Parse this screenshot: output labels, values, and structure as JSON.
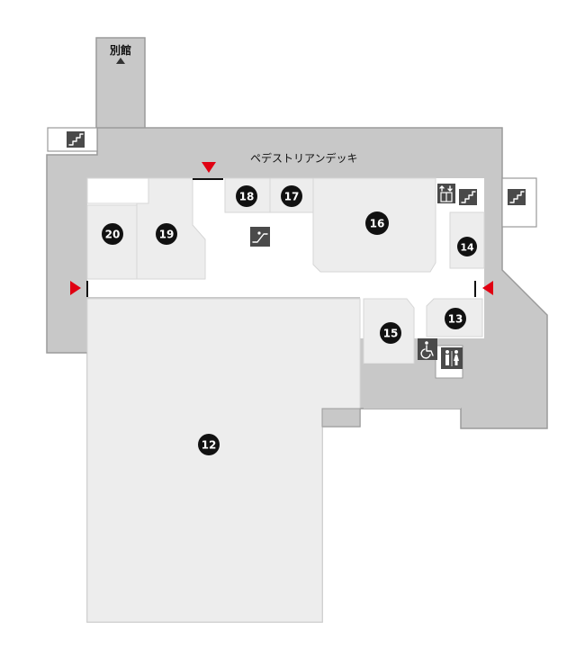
{
  "labels": {
    "annex": "別館",
    "deck": "ペデストリアンデッキ"
  },
  "shops": [
    {
      "id": "shop-12",
      "number": "12"
    },
    {
      "id": "shop-13",
      "number": "13"
    },
    {
      "id": "shop-14",
      "number": "14"
    },
    {
      "id": "shop-15",
      "number": "15"
    },
    {
      "id": "shop-16",
      "number": "16"
    },
    {
      "id": "shop-17",
      "number": "17"
    },
    {
      "id": "shop-18",
      "number": "18"
    },
    {
      "id": "shop-19",
      "number": "19"
    },
    {
      "id": "shop-20",
      "number": "20"
    }
  ],
  "icons": [
    "stairs-icon",
    "escalator-icon",
    "elevator-icon",
    "wheelchair-icon",
    "restroom-icon",
    "entrance-arrow-icon",
    "annex-direction-icon"
  ],
  "colors": {
    "entrance_arrow": "#e00012",
    "building": "#c8c8c8",
    "shop_fill": "#ededed",
    "badge": "#111111"
  }
}
